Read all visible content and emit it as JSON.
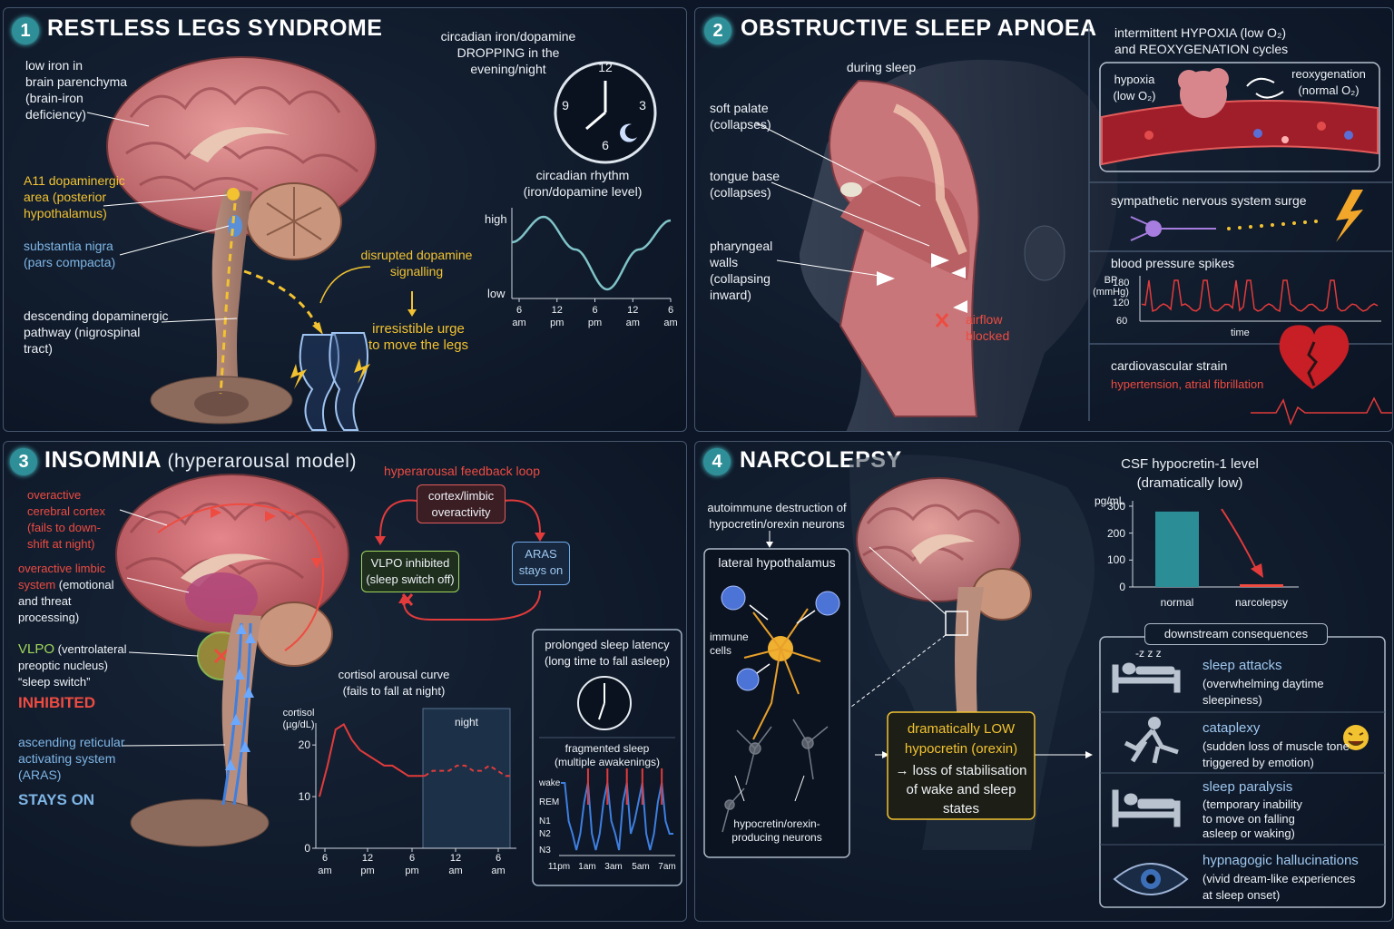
{
  "colors": {
    "accent": "#2f8f98",
    "yellow": "#f2c230",
    "red": "#ee4b41",
    "green": "#9fd65a",
    "blue": "#7fb6e6",
    "teal_line": "#7fc3c8",
    "bar": "#2b8e96"
  },
  "p1": {
    "num": "1",
    "title": "RESTLESS LEGS SYNDROME",
    "iron": "low iron in\nbrain parenchyma\n(brain-iron\ndeficiency)",
    "a11": "A11 dopaminergic\narea (posterior\nhypothalamus)",
    "sn": "substantia nigra\n(pars compacta)",
    "desc": "descending dopaminergic\npathway (nigrospinal\ntract)",
    "circ_note": "circadian iron/dopamine\nDROPPING in the\nevening/night",
    "clock": [
      "12",
      "3",
      "6",
      "9"
    ],
    "rhythm_title": "circadian rhythm\n(iron/dopamine level)",
    "high": "high",
    "low": "low",
    "disrupted": "disrupted dopamine\nsignalling",
    "urge": "irresistible urge\nto move the legs",
    "icons": {
      "clock": "clock-moon-icon",
      "legs": "restless-legs-icon",
      "brain": "brain-sagittal-icon"
    }
  },
  "p2": {
    "num": "2",
    "title": "OBSTRUCTIVE SLEEP APNOEA",
    "during": "during sleep",
    "palate": "soft palate\n(collapses)",
    "tongue": "tongue base\n(collapses)",
    "walls": "pharyngeal\nwalls\n(collapsing\ninward)",
    "airflow": "airflow\nblocked",
    "hypoxia_title": "intermittent HYPOXIA (low O₂)\nand REOXYGENATION cycles",
    "hypoxia": "hypoxia\n(low O₂)",
    "reox": "reoxygenation\n(normal O₂)",
    "sympathetic": "sympathetic nervous system surge",
    "bp_title": "blood pressure spikes",
    "bp_label": "BP\n(mmHg)",
    "bp_ticks": [
      "180",
      "120",
      "60"
    ],
    "time": "time",
    "cardio": "cardiovascular strain",
    "cardio_sub": "hypertension, atrial fibrillation",
    "icons": {
      "head": "sleeping-head-airway-icon",
      "vessel": "blood-vessel-icon",
      "neuron": "neuron-icon",
      "bolt": "lightning-icon",
      "heart": "broken-heart-icon"
    }
  },
  "p3": {
    "num": "3",
    "title": "INSOMNIA",
    "title_sub": "(hyperarousal model)",
    "cortex": "overactive\ncerebral cortex\n(fails to down-\nshift at night)",
    "limbic_red": "overactive limbic\nsystem",
    "limbic_rest": "(emotional\nand threat\nprocessing)",
    "vlpo_g": "VLPO",
    "vlpo_rest": "(ventrolateral\npreoptic nucleus)\n“sleep switch”",
    "inhibited": "INHIBITED",
    "aras": "ascending reticular\nactivating system\n(ARAS)",
    "stays": "STAYS ON",
    "loop_title": "hyperarousal feedback loop",
    "loop_cortex": "cortex/limbic\noveractivity",
    "loop_aras": "ARAS\nstays on",
    "loop_vlpo": "VLPO  inhibited\n(sleep switch off)",
    "cortisol_title": "cortisol arousal curve\n(fails to fall at night)",
    "cortisol_ylabel": "cortisol\n(µg/dL)",
    "night": "night",
    "latency": "prolonged sleep latency\n(long time to fall asleep)",
    "fragmented": "fragmented sleep\n(multiple awakenings)",
    "hyp_levels": [
      "wake",
      "REM",
      "N1",
      "N2",
      "N3"
    ],
    "hyp_times": [
      "11pm",
      "1am",
      "3am",
      "5am",
      "7am"
    ]
  },
  "p4": {
    "num": "4",
    "title": "NARCOLEPSY",
    "autoimmune": "autoimmune destruction of\nhypocretin/orexin neurons",
    "lateral": "lateral hypothalamus",
    "immune": "immune\ncells",
    "producing": "hypocretin/orexin-\nproducing neurons",
    "csf": "CSF hypocretin-1 level\n(dramatically low)",
    "low_box_y": "dramatically  LOW\nhypocretin (orexin)",
    "low_box_w": "→ loss of stabilisation\nof wake and sleep\nstates",
    "downstream": "downstream consequences",
    "items": [
      {
        "title": "sleep attacks",
        "desc": "(overwhelming daytime\nsleepiness)"
      },
      {
        "title": "cataplexy",
        "desc": "(sudden loss of muscle tone\ntriggered by emotion)"
      },
      {
        "title": "sleep paralysis",
        "desc": "(temporary inability\nto move on falling\nasleep or waking)"
      },
      {
        "title": "hypnagogic hallucinations",
        "desc": "(vivid dream-like experiences\nat sleep onset)"
      }
    ],
    "zzz": "-z z z"
  },
  "chart_data": [
    {
      "type": "line",
      "title": "circadian rhythm\n(iron/dopamine level)",
      "x": [
        "6\nam",
        "12\npm",
        "6\npm",
        "12\nam",
        "6\nam"
      ],
      "ylabel_ticks": [
        "high",
        "low"
      ],
      "series": [
        {
          "values": [
            0.65,
            1.0,
            0.55,
            0.0,
            0.55,
            0.95
          ]
        }
      ]
    },
    {
      "type": "line",
      "title": "cortisol arousal curve\n(fails to fall at night)",
      "xlabel_ticks": [
        "6\nam",
        "12\npm",
        "6\npm",
        "12\nam",
        "6\nam"
      ],
      "ylabel": "cortisol\n(µg/dL)",
      "ylim": [
        0,
        26
      ],
      "y_ticks": [
        0,
        10,
        20
      ],
      "series": [
        {
          "x": [
            0,
            1,
            2,
            3,
            4,
            5,
            6,
            7,
            8,
            9,
            10,
            11,
            12,
            13,
            14,
            15,
            16,
            17,
            18,
            19,
            20,
            21,
            22,
            23,
            24
          ],
          "values": [
            10,
            16,
            23,
            24,
            21,
            19,
            18,
            17,
            16,
            16,
            15,
            14,
            14,
            14,
            15,
            15,
            15,
            16,
            16,
            15,
            15,
            16,
            15,
            14,
            14
          ]
        }
      ]
    },
    {
      "type": "bar",
      "title": "CSF hypocretin-1 level\n(dramatically low)",
      "ylabel": "pg/mL",
      "categories": [
        "normal",
        "narcolepsy"
      ],
      "values": [
        280,
        10
      ],
      "ylim": [
        0,
        320
      ],
      "y_ticks": [
        0,
        100,
        200,
        300
      ]
    },
    {
      "type": "line",
      "title": "blood pressure spikes",
      "ylabel": "BP\n(mmHg)",
      "y_ticks": [
        60,
        120,
        180
      ],
      "xlabel": "time"
    }
  ]
}
